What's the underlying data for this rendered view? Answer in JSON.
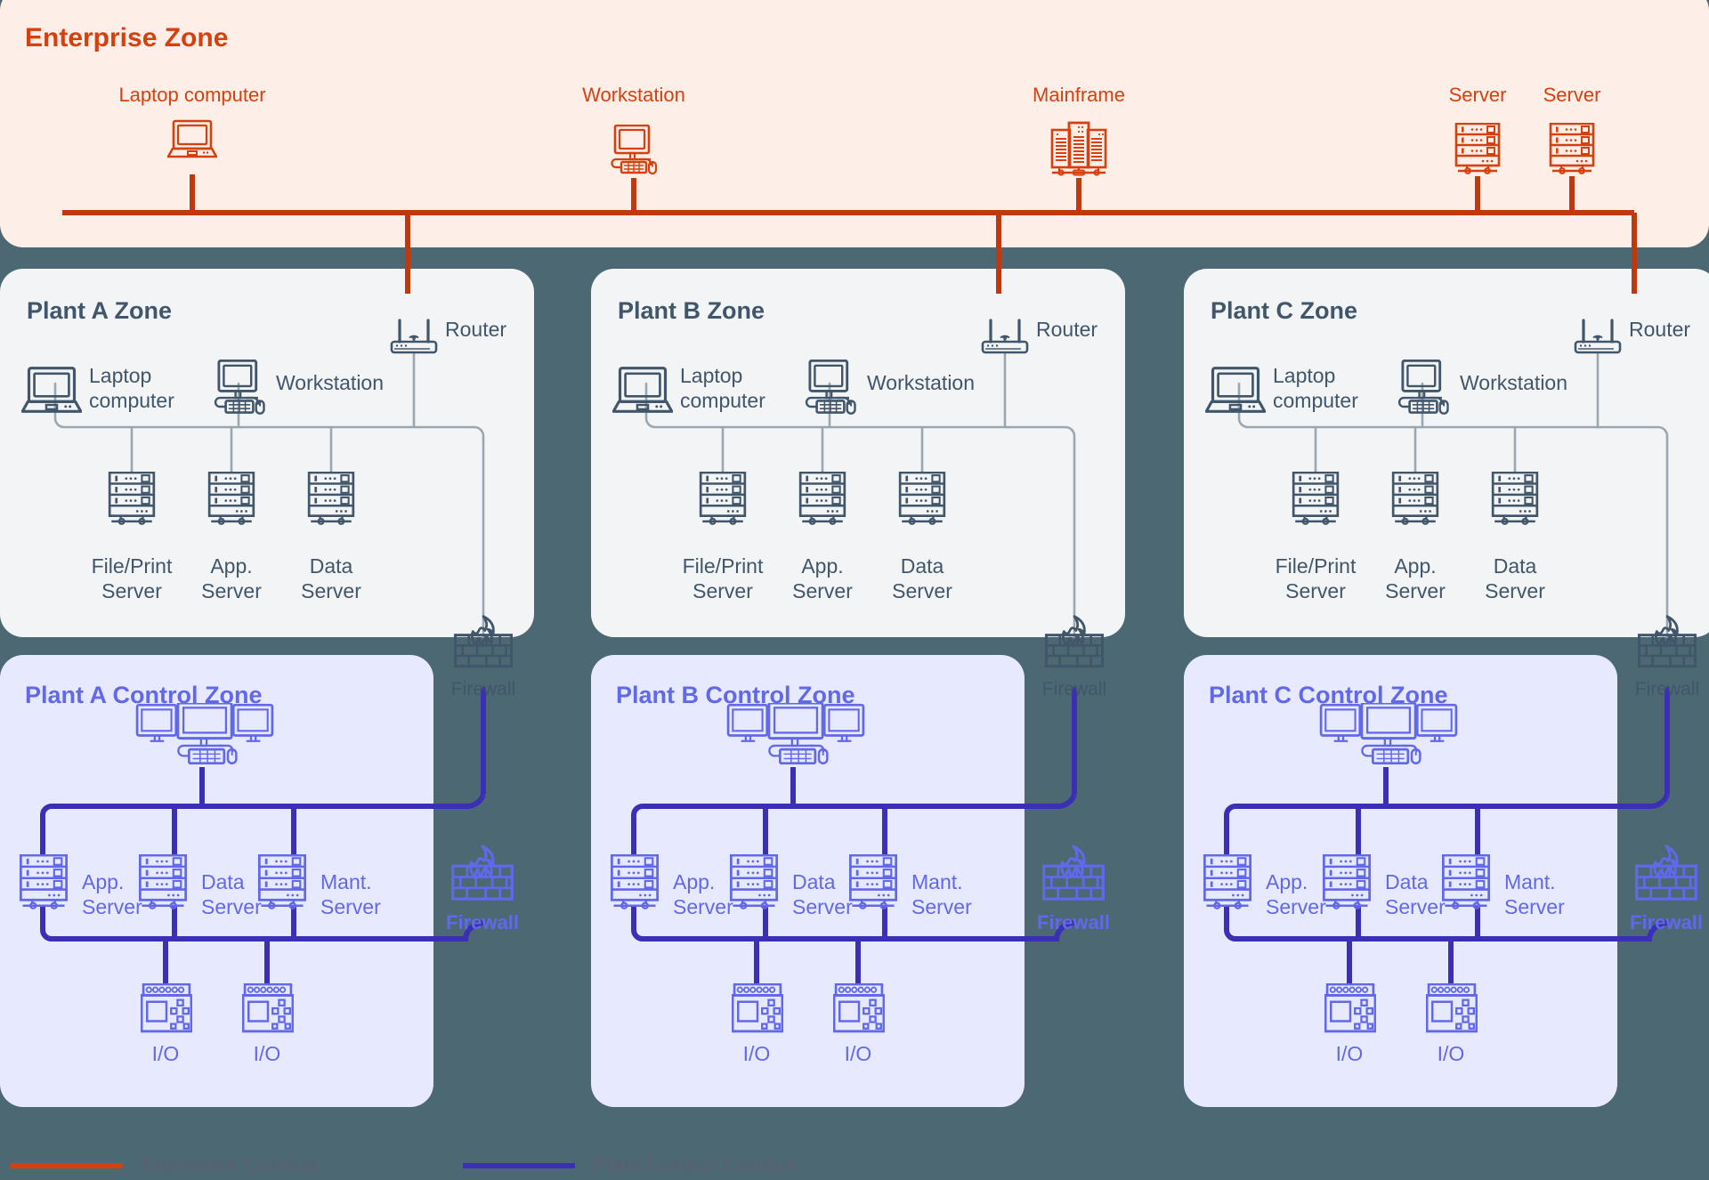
{
  "colors": {
    "page_background": "#4c6872",
    "enterprise_fill": "#fdeee8",
    "enterprise_accent": "#d6400f",
    "plant_fill": "#f2f4f5",
    "plant_accent": "#41566a",
    "control_fill": "#e7eaff",
    "control_accent": "#6168ea",
    "control_conduit": "#3b2fb5"
  },
  "enterprise_zone": {
    "title": "Enterprise Zone",
    "devices": [
      {
        "label": "Laptop computer",
        "icon": "laptop-icon"
      },
      {
        "label": "Workstation",
        "icon": "workstation-icon"
      },
      {
        "label": "Mainframe",
        "icon": "mainframe-icon"
      },
      {
        "label": "Server",
        "icon": "server-rack-icon"
      },
      {
        "label": "Server",
        "icon": "server-rack-icon"
      }
    ]
  },
  "plant_zones": [
    {
      "title": "Plant A Zone",
      "router_label": "Router",
      "laptop_label_line1": "Laptop",
      "laptop_label_line2": "computer",
      "workstation_label": "Workstation",
      "servers": [
        {
          "line1": "File/Print",
          "line2": "Server"
        },
        {
          "line1": "App.",
          "line2": "Server"
        },
        {
          "line1": "Data",
          "line2": "Server"
        }
      ],
      "firewall_label": "Firewall"
    },
    {
      "title": "Plant B Zone",
      "router_label": "Router",
      "laptop_label_line1": "Laptop",
      "laptop_label_line2": "computer",
      "workstation_label": "Workstation",
      "servers": [
        {
          "line1": "File/Print",
          "line2": "Server"
        },
        {
          "line1": "App.",
          "line2": "Server"
        },
        {
          "line1": "Data",
          "line2": "Server"
        }
      ],
      "firewall_label": "Firewall"
    },
    {
      "title": "Plant C Zone",
      "router_label": "Router",
      "laptop_label_line1": "Laptop",
      "laptop_label_line2": "computer",
      "workstation_label": "Workstation",
      "servers": [
        {
          "line1": "File/Print",
          "line2": "Server"
        },
        {
          "line1": "App.",
          "line2": "Server"
        },
        {
          "line1": "Data",
          "line2": "Server"
        }
      ],
      "firewall_label": "Firewall"
    }
  ],
  "control_zones": [
    {
      "title": "Plant A Control Zone",
      "servers": [
        {
          "line1": "App.",
          "line2": "Server"
        },
        {
          "line1": "Data",
          "line2": "Server"
        },
        {
          "line1": "Mant.",
          "line2": "Server"
        }
      ],
      "io_modules": [
        {
          "label": "I/O"
        },
        {
          "label": "I/O"
        }
      ],
      "firewall_label": "Firewall"
    },
    {
      "title": "Plant B Control Zone",
      "servers": [
        {
          "line1": "App.",
          "line2": "Server"
        },
        {
          "line1": "Data",
          "line2": "Server"
        },
        {
          "line1": "Mant.",
          "line2": "Server"
        }
      ],
      "io_modules": [
        {
          "label": "I/O"
        },
        {
          "label": "I/O"
        }
      ],
      "firewall_label": "Firewall"
    },
    {
      "title": "Plant C Control Zone",
      "servers": [
        {
          "line1": "App.",
          "line2": "Server"
        },
        {
          "line1": "Data",
          "line2": "Server"
        },
        {
          "line1": "Mant.",
          "line2": "Server"
        }
      ],
      "io_modules": [
        {
          "label": "I/O"
        },
        {
          "label": "I/O"
        }
      ],
      "firewall_label": "Firewall"
    }
  ],
  "legend": [
    {
      "label": "Enterprise Conduit",
      "color": "#d6400f"
    },
    {
      "label": "Plant Control Conduit",
      "color": "#3b2fb5"
    }
  ]
}
